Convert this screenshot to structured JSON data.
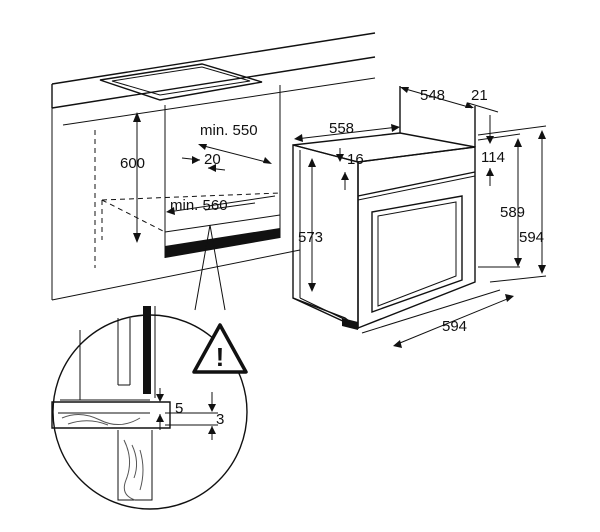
{
  "dimensions": {
    "cabinet_height": "600",
    "cabinet_depth_min": "min. 550",
    "vent_gap": "20",
    "cabinet_width_min": "min. 560",
    "oven_depth_total": "548",
    "door_offset": "21",
    "oven_depth": "558",
    "top_panel": "16",
    "top_offset": "114",
    "oven_front_height": "573",
    "oven_height_inner": "589",
    "oven_height": "594",
    "oven_width": "594",
    "gap_top": "5",
    "gap_bottom": "3"
  },
  "warning": {
    "symbol": "!"
  },
  "colors": {
    "line": "#111111",
    "background": "#ffffff",
    "grain": "#555555"
  }
}
